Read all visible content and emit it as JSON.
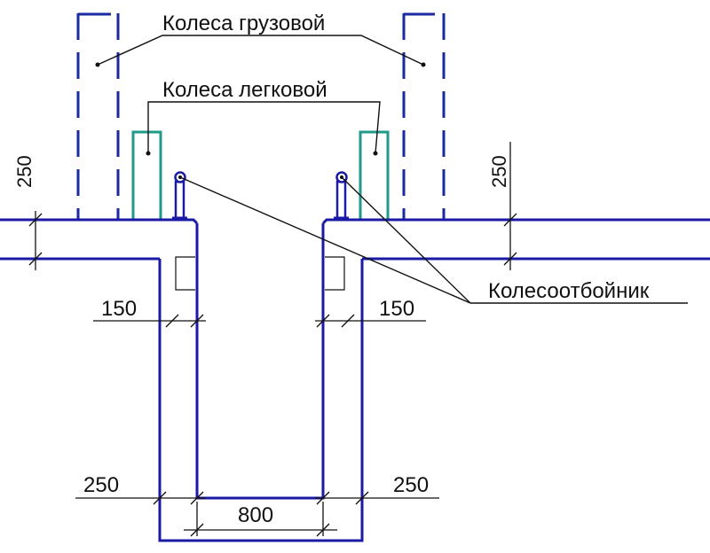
{
  "colors": {
    "structure": "#1a1aa6",
    "truck_wheel": "#1a2aa0",
    "car_wheel": "#1f9a8a",
    "leader": "#111111"
  },
  "labels": {
    "truck_wheels": "Колеса грузовой",
    "car_wheels": "Колеса легковой",
    "wheel_stop": "Колесоотбойник"
  },
  "dimensions": {
    "left_slab": "250",
    "right_slab": "250",
    "left_wall": "150",
    "right_wall": "150",
    "left_base": "250",
    "right_base": "250",
    "pit_width": "800"
  }
}
